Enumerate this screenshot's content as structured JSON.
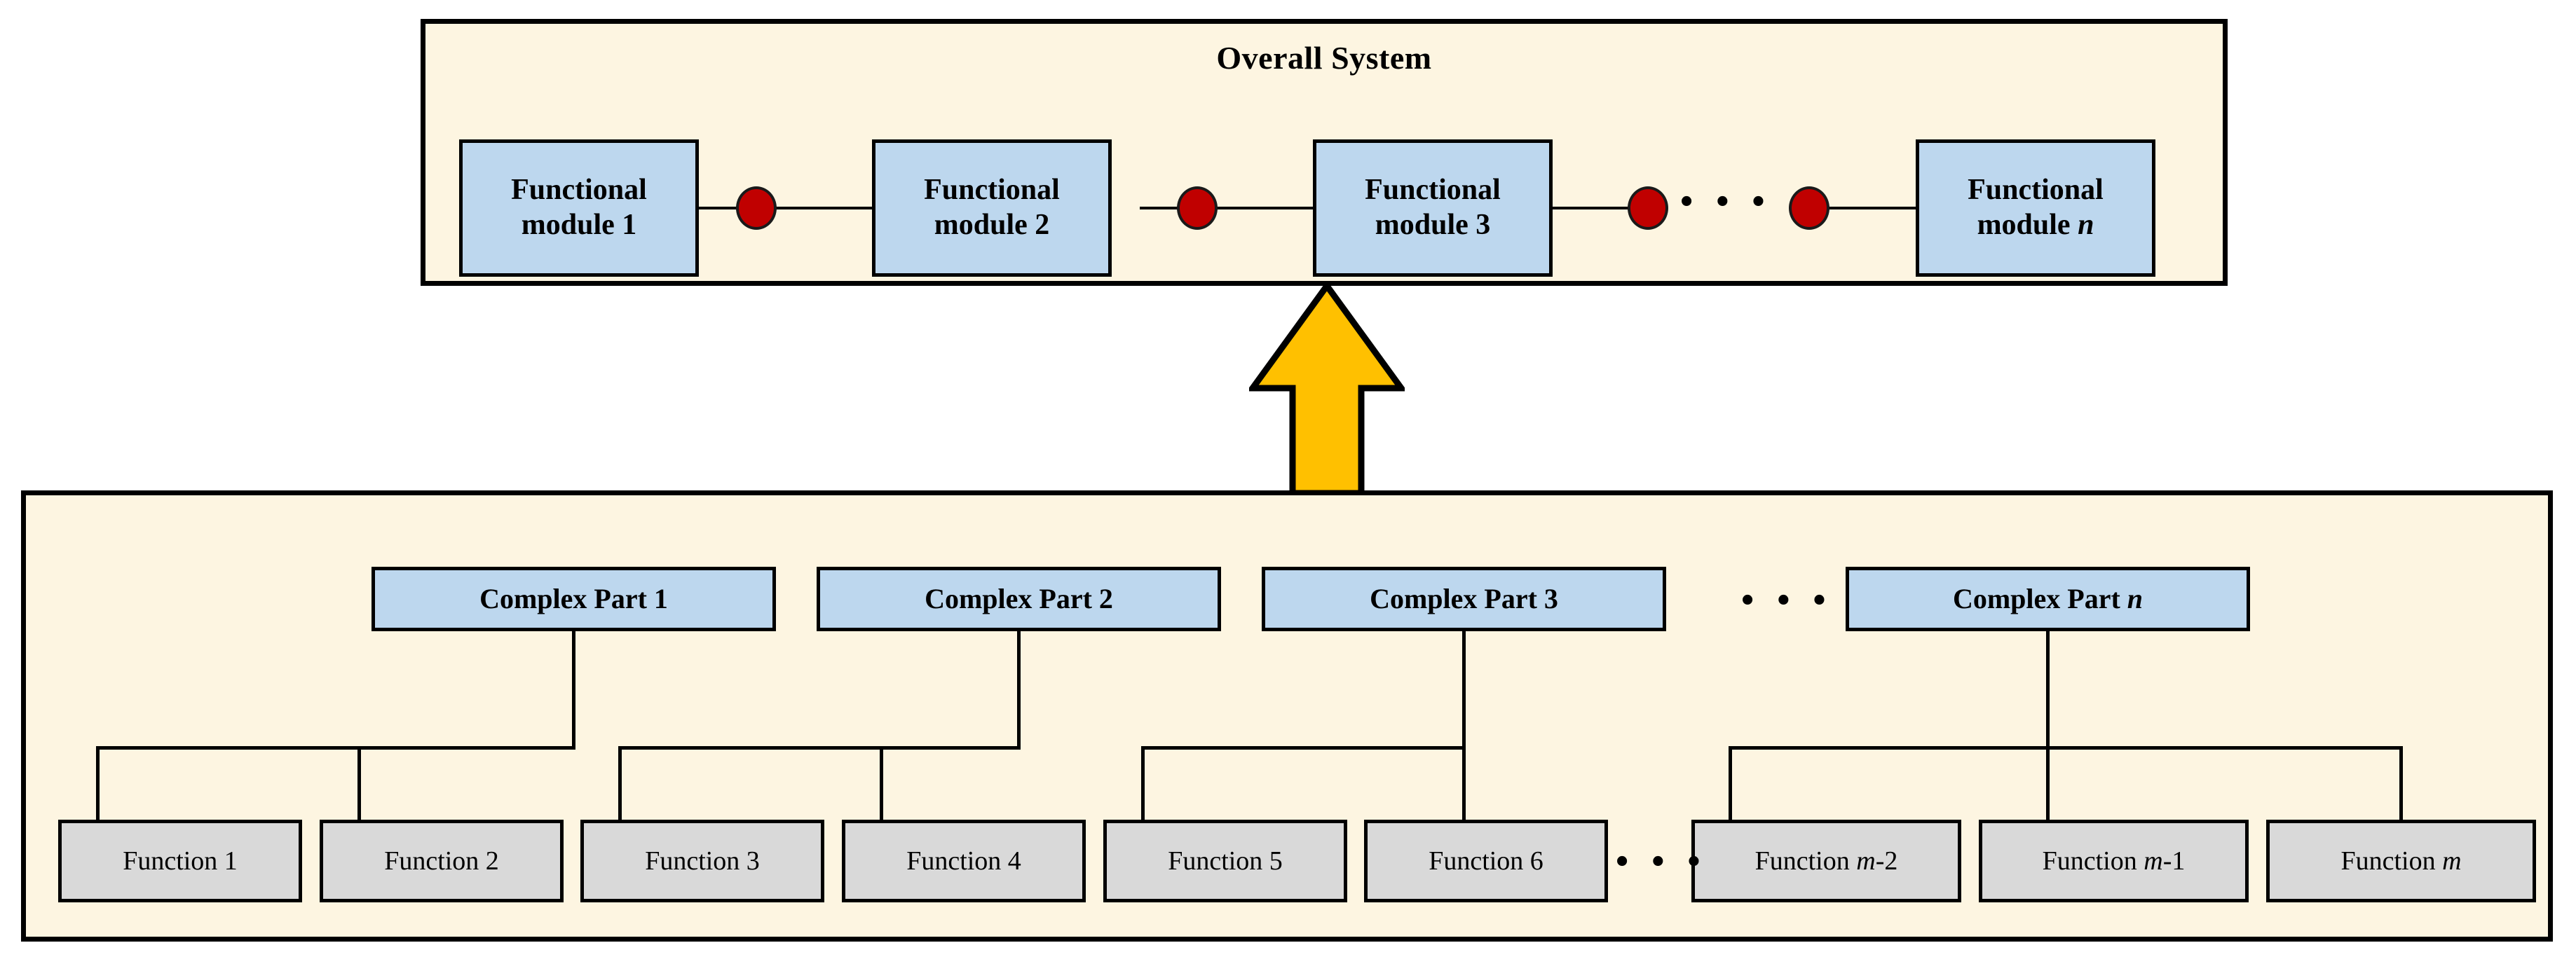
{
  "diagram": {
    "title": "Overall System decomposition diagram",
    "colors": {
      "panel_fill": "#FDF5E1",
      "module_fill": "#BDD7EE",
      "function_fill": "#D9D9D9",
      "connector_dot": "#C00000",
      "arrow_fill": "#FFC000",
      "stroke": "#000000"
    }
  },
  "top_panel": {
    "title": "Overall System",
    "modules": [
      {
        "id": "fmod-1",
        "label": "Functional module 1"
      },
      {
        "id": "fmod-2",
        "label": "Functional module 2"
      },
      {
        "id": "fmod-3",
        "label": "Functional module  3"
      },
      {
        "id": "fmod-n",
        "label": "Functional module n",
        "italic_suffix": "n"
      }
    ],
    "connectors": [
      {
        "id": "dot-1",
        "type": "red-circle"
      },
      {
        "id": "dot-2",
        "type": "red-circle"
      },
      {
        "id": "dot-3",
        "type": "red-circle"
      },
      {
        "id": "dot-4",
        "type": "red-circle"
      }
    ],
    "ellipsis": "• • •"
  },
  "arrow": {
    "direction": "up",
    "label": "arrow-up"
  },
  "bottom_panel": {
    "complex_parts": [
      {
        "id": "cpart-1",
        "label": "Complex Part 1",
        "children": [
          "fn-1",
          "fn-2"
        ]
      },
      {
        "id": "cpart-2",
        "label": "Complex Part 2",
        "children": [
          "fn-3",
          "fn-4"
        ]
      },
      {
        "id": "cpart-3",
        "label": "Complex Part 3",
        "children": [
          "fn-5",
          "fn-6"
        ]
      },
      {
        "id": "cpart-n",
        "label": "Complex Part n",
        "italic_suffix": "n",
        "children": [
          "fn-m2",
          "fn-m1",
          "fn-m"
        ]
      }
    ],
    "ellipsis_parts": "• • •",
    "functions": [
      {
        "id": "fn-1",
        "label": "Function 1"
      },
      {
        "id": "fn-2",
        "label": "Function 2"
      },
      {
        "id": "fn-3",
        "label": "Function 3"
      },
      {
        "id": "fn-4",
        "label": "Function 4"
      },
      {
        "id": "fn-5",
        "label": "Function 5"
      },
      {
        "id": "fn-6",
        "label": "Function 6"
      },
      {
        "id": "fn-m2",
        "label": "Function m-2",
        "italic_part": "m"
      },
      {
        "id": "fn-m1",
        "label": "Function m-1",
        "italic_part": "m"
      },
      {
        "id": "fn-m",
        "label": "Function m",
        "italic_part": "m"
      }
    ],
    "ellipsis_functions": "• • •"
  }
}
